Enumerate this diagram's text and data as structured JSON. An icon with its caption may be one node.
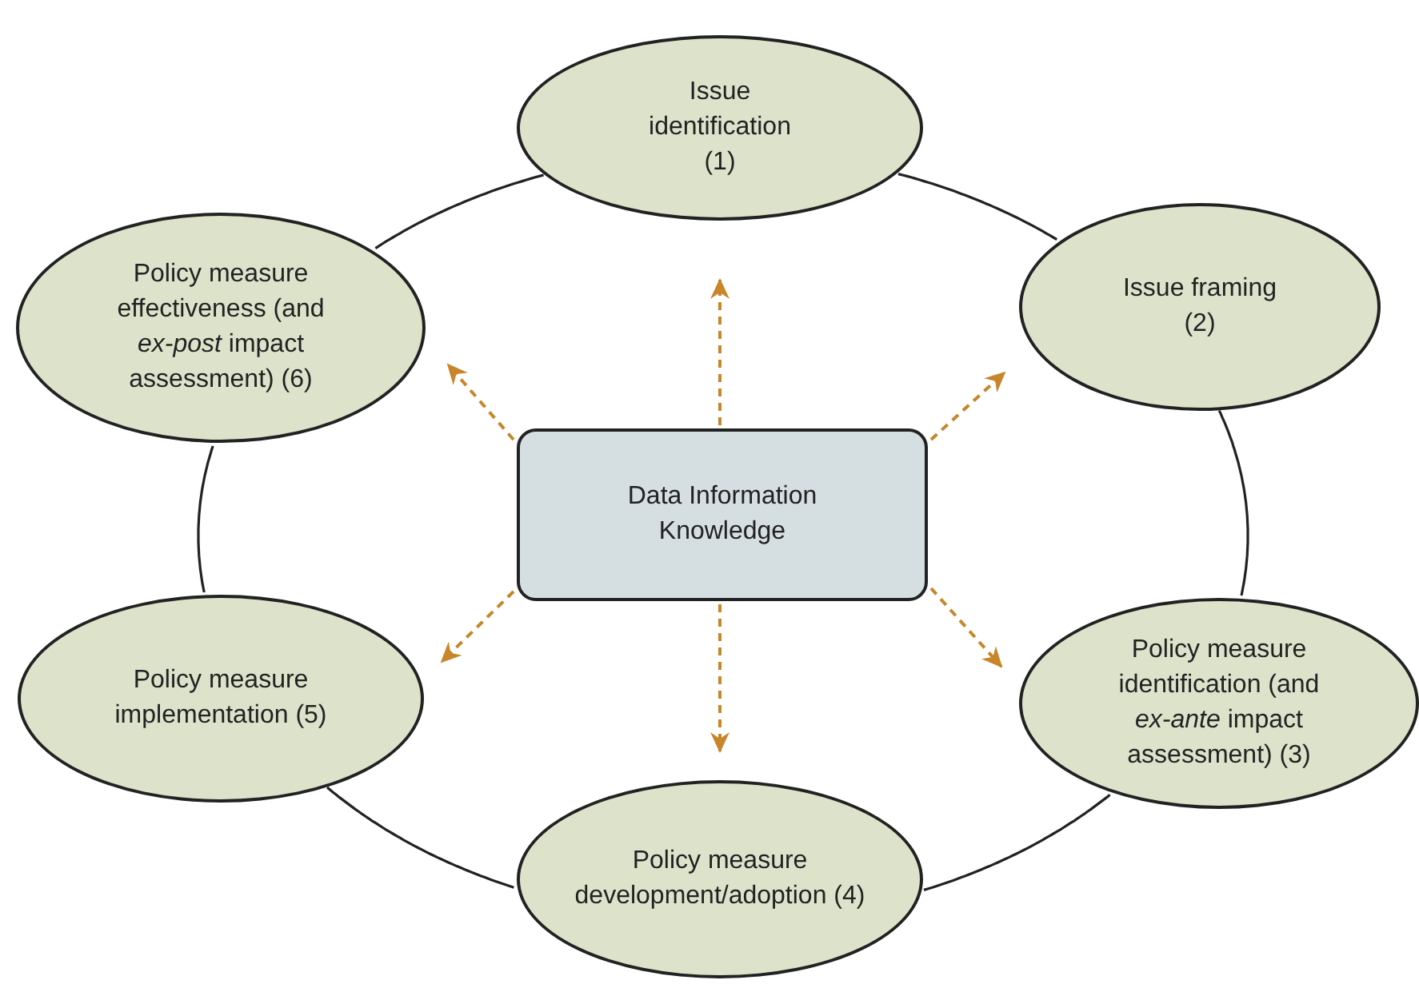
{
  "diagram": {
    "nodes": [
      {
        "text": [
          "Issue identification (1)"
        ]
      },
      {
        "text": [
          "Issue framing (2)"
        ]
      },
      {
        "text": [
          "Policy measure identification (and *ex-ante* impact assessment) (3)"
        ]
      },
      {
        "text": [
          "Policy measure development/adoption (4)"
        ]
      },
      {
        "text": [
          "Policy measure implementation (5)"
        ]
      },
      {
        "text": [
          "Policy measure effectiveness (and *ex-post* impact assessment) (6)"
        ]
      },
      {
        "text": [
          "Data Information Knowledge"
        ]
      }
    ],
    "edges": [
      {
        "from": 0,
        "to": 1,
        "arrow": "none"
      },
      {
        "from": 1,
        "to": 2,
        "arrow": "none"
      },
      {
        "from": 2,
        "to": 3,
        "arrow": "none"
      },
      {
        "from": 3,
        "to": 4,
        "arrow": "none"
      },
      {
        "from": 4,
        "to": 5,
        "arrow": "none"
      },
      {
        "from": 5,
        "to": 0,
        "arrow": "none"
      },
      {
        "from": 6,
        "to": 0,
        "arrow": "to",
        "style": "dashed",
        "color": "#c8862a"
      },
      {
        "from": 6,
        "to": 1,
        "arrow": "to",
        "style": "dashed",
        "color": "#c8862a"
      },
      {
        "from": 6,
        "to": 2,
        "arrow": "to",
        "style": "dashed",
        "color": "#c8862a"
      },
      {
        "from": 6,
        "to": 3,
        "arrow": "to",
        "style": "dashed",
        "color": "#c8862a"
      },
      {
        "from": 6,
        "to": 4,
        "arrow": "to",
        "style": "dashed",
        "color": "#c8862a"
      },
      {
        "from": 6,
        "to": 5,
        "arrow": "to",
        "style": "dashed",
        "color": "#c8862a"
      }
    ]
  }
}
